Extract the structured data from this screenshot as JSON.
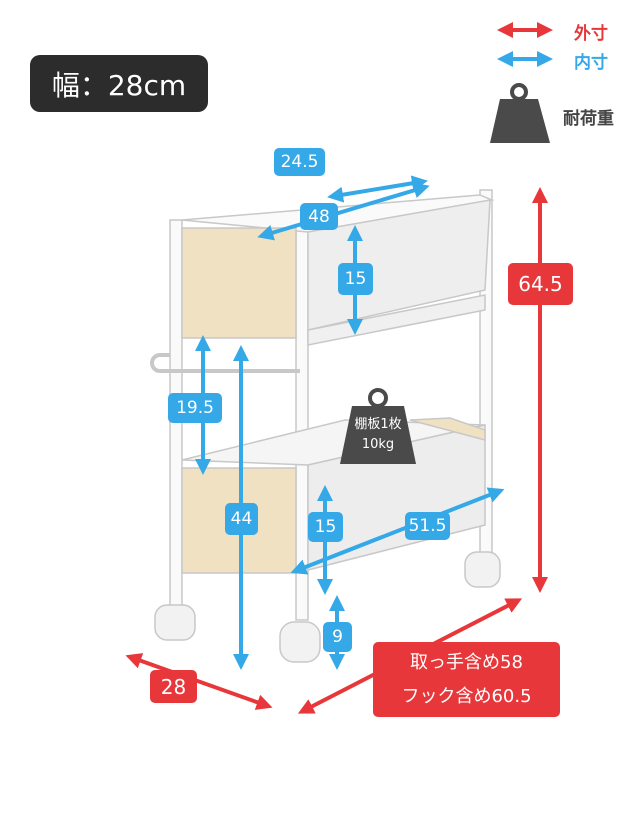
{
  "width_badge": "幅：28cm",
  "legend": {
    "outer": "外寸",
    "inner": "内寸",
    "load": "耐荷重"
  },
  "colors": {
    "outer": "#e8373a",
    "inner": "#35a8e8",
    "badge": "#2c2c2c",
    "weight": "#4a4a4a"
  },
  "shelf_load": {
    "line1": "棚板1枚",
    "line2": "10kg"
  },
  "dimensions": {
    "inner_depth_top": "24.5",
    "inner_width_top": "48",
    "inner_height_top": "15",
    "gap_height": "19.5",
    "handle_height": "44",
    "inner_height_bottom": "15",
    "inner_width_bottom": "51.5",
    "clearance": "9",
    "outer_height": "64.5",
    "outer_depth": "28",
    "outer_width_line1": "取っ手含め58",
    "outer_width_line2": "フック含め60.5"
  }
}
